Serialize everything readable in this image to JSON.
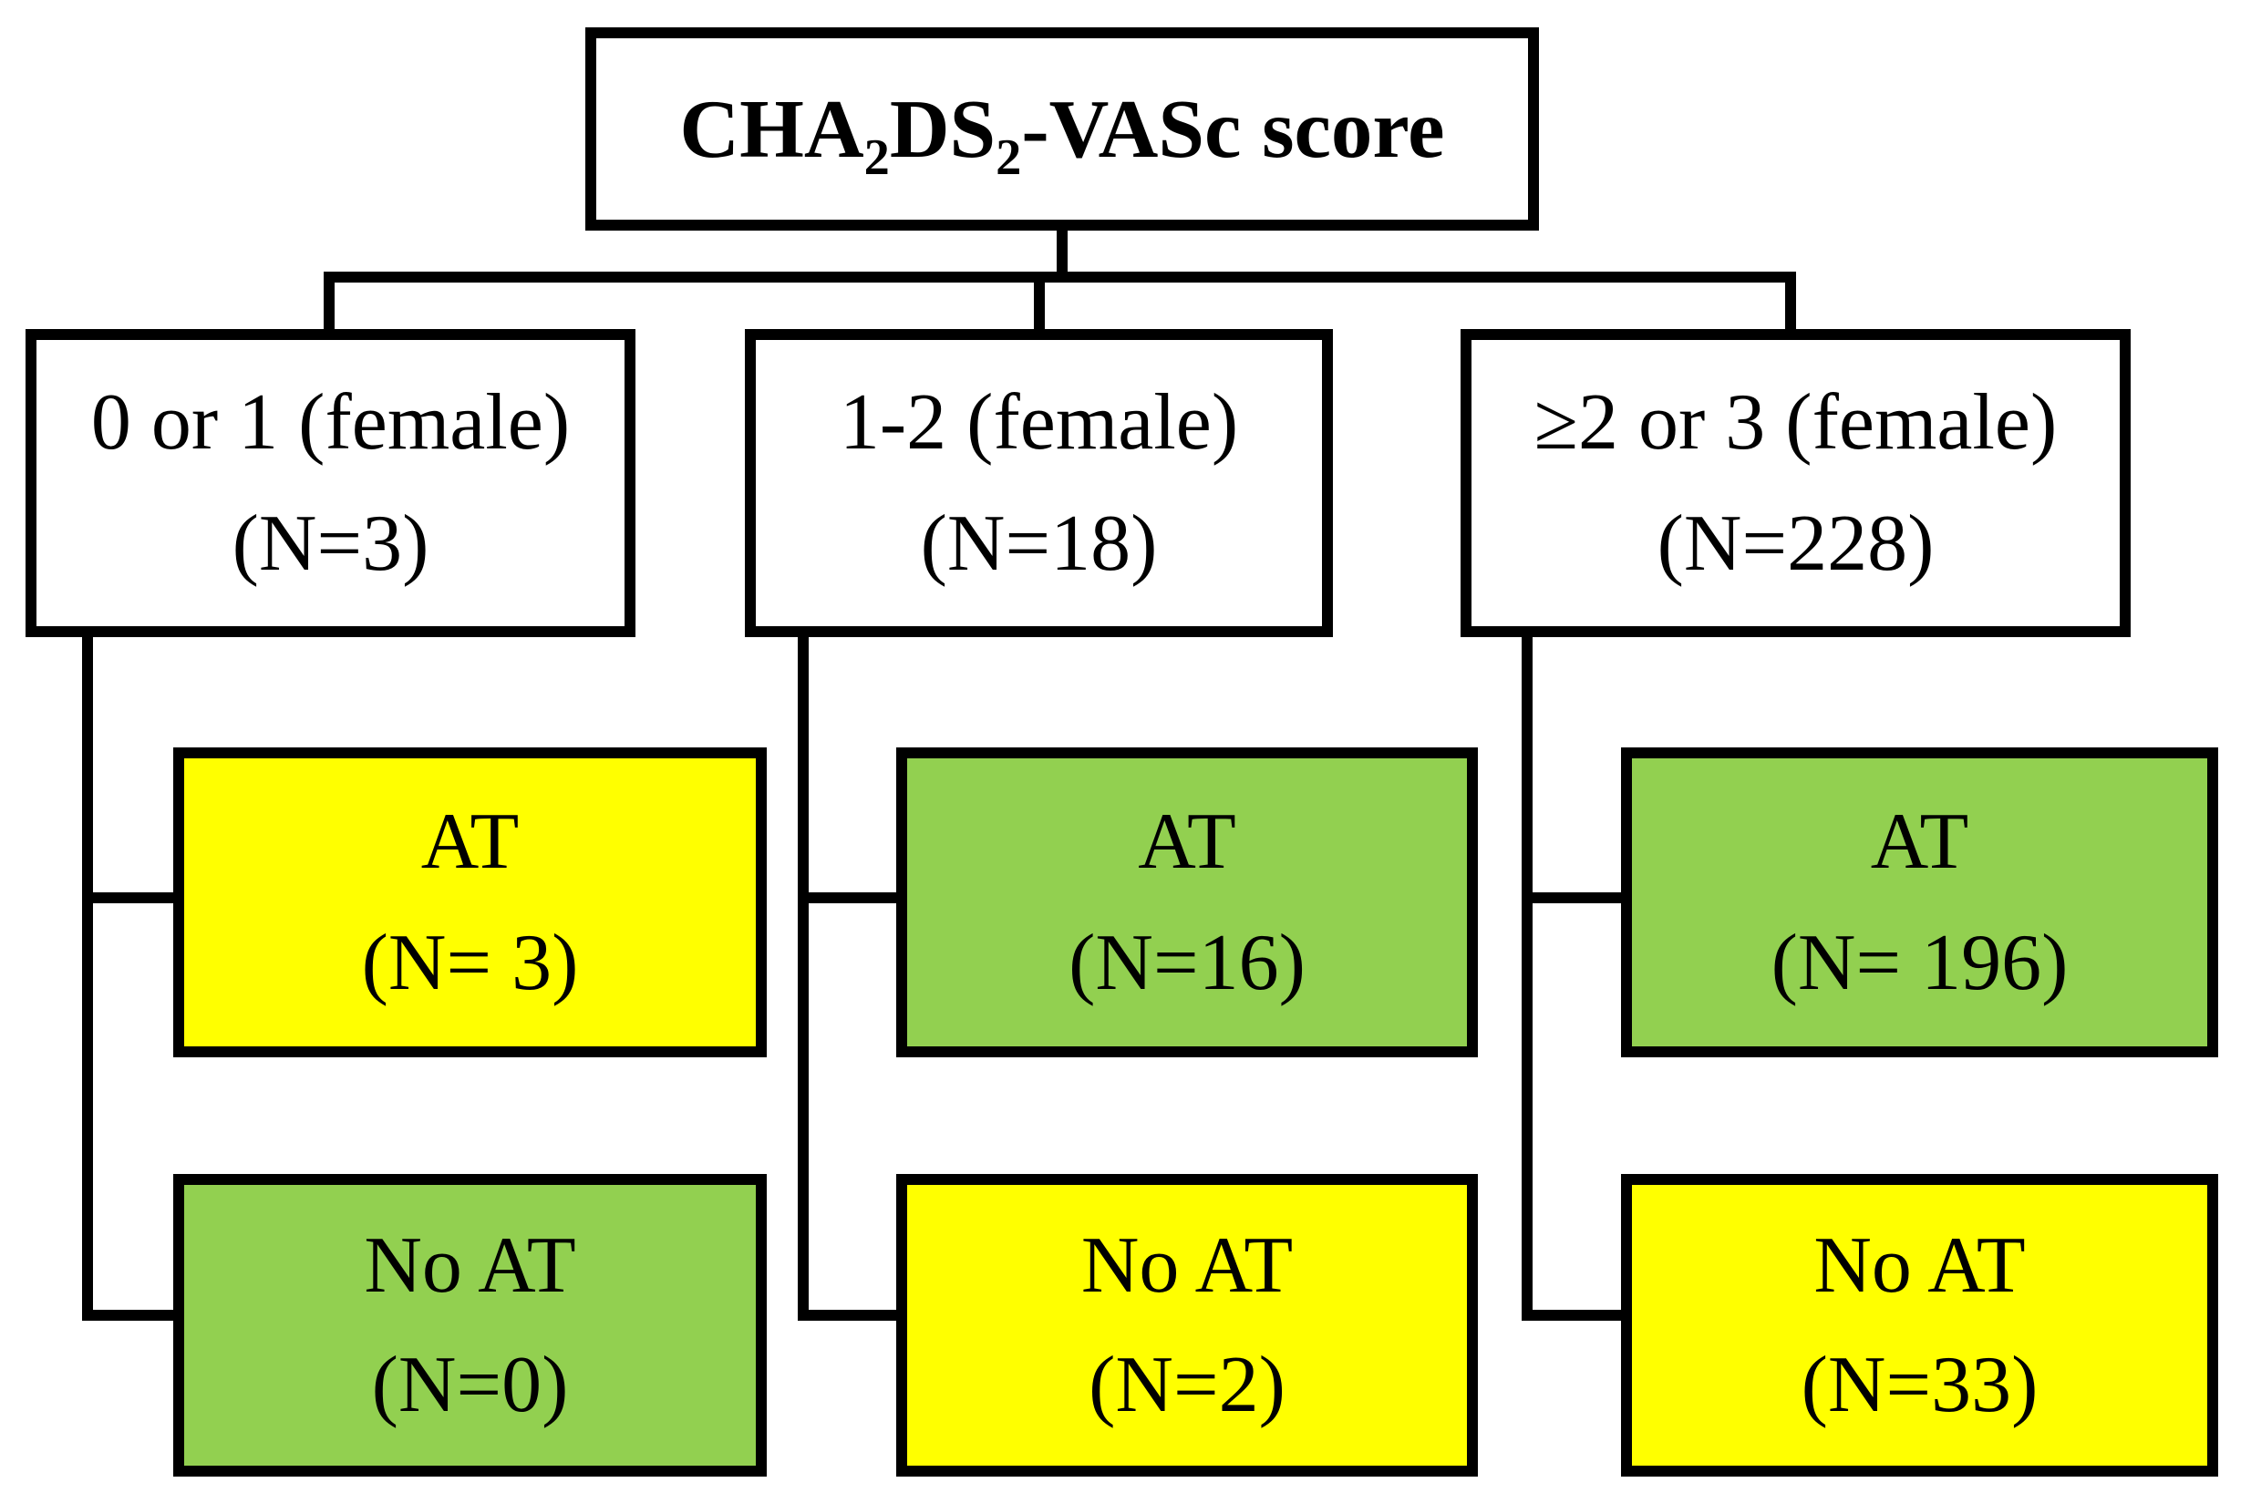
{
  "diagram": {
    "title": {
      "part1": "CHA",
      "sub1": "2",
      "part2": "DS",
      "sub2": "2",
      "part3": "-VASc score"
    },
    "colors": {
      "yellow": "#FFFF00",
      "green": "#92D050",
      "line": "#000000",
      "node_background": "#FFFFFF"
    },
    "branches": [
      {
        "label": "0 or 1 (female)",
        "n": "(N=3)",
        "at": {
          "label": "AT",
          "n": "(N= 3)",
          "fill": "#FFFF00"
        },
        "no_at": {
          "label": "No AT",
          "n": "(N=0)",
          "fill": "#92D050"
        }
      },
      {
        "label": "1-2 (female)",
        "n": "(N=18)",
        "at": {
          "label": "AT",
          "n": "(N=16)",
          "fill": "#92D050"
        },
        "no_at": {
          "label": "No AT",
          "n": "(N=2)",
          "fill": "#FFFF00"
        }
      },
      {
        "label": "≥2 or 3 (female)",
        "n": "(N=228)",
        "at": {
          "label": "AT",
          "n": "(N= 196)",
          "fill": "#92D050"
        },
        "no_at": {
          "label": "No AT",
          "n": "(N=33)",
          "fill": "#FFFF00"
        }
      }
    ]
  }
}
